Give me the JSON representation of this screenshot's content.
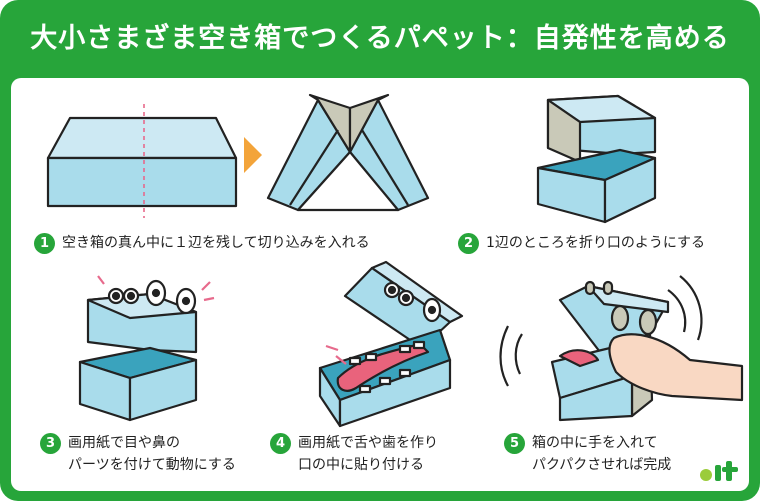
{
  "title": "大小さまざま空き箱でつくるパペット：自発性を高める",
  "steps": [
    {
      "num": "1",
      "text": "空き箱の真ん中に１辺を残して切り込みを入れる"
    },
    {
      "num": "2",
      "text": "1辺のところを折り口のようにする"
    },
    {
      "num": "3",
      "line1": "画用紙で目や鼻の",
      "line2": "パーツを付けて動物にする"
    },
    {
      "num": "4",
      "line1": "画用紙で舌や歯を作り",
      "line2": "口の中に貼り付ける"
    },
    {
      "num": "5",
      "line1": "箱の中に手を入れて",
      "line2": "パクパクさせれば完成"
    }
  ],
  "colors": {
    "frame": "#27a53a",
    "box_light": "#a9dceb",
    "box_top": "#cde9f3",
    "box_inner": "#3aa3bd",
    "box_side_gray": "#c9c9b8",
    "arrow": "#f3a43a",
    "tongue": "#e9637c",
    "skin": "#f9d8c3"
  },
  "icons": {
    "arrow": "arrow-right-icon",
    "logo": "site-logo-icon"
  }
}
